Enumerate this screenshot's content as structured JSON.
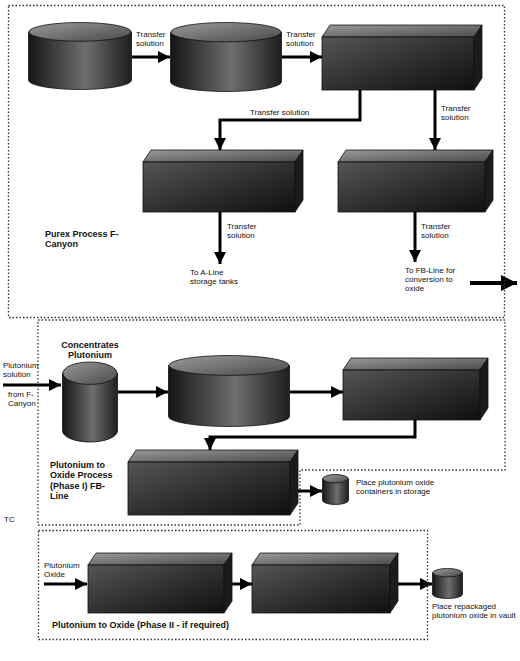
{
  "diagram": {
    "nodes": [
      {
        "text": [
          "Purex Process F-Canyon"
        ]
      },
      {
        "text": [],
        "in": 0
      },
      {
        "text": [],
        "in": 0
      },
      {
        "text": [],
        "in": 0
      },
      {
        "text": [],
        "in": 0
      },
      {
        "text": [],
        "in": 0
      },
      {
        "text": [
          "Plutonium to Oxide Process (Phase I) FB-Line"
        ]
      },
      {
        "text": [
          "Concentrates Plutonium"
        ],
        "in": 6
      },
      {
        "text": [],
        "in": 6
      },
      {
        "text": [],
        "in": 6
      },
      {
        "text": [],
        "in": 6
      },
      {
        "text": [
          "Place plutonium oxide containers in storage"
        ]
      },
      {
        "text": [
          "Plutonium to Oxide (Phase II - if required)"
        ]
      },
      {
        "text": [],
        "in": 12
      },
      {
        "text": [],
        "in": 12
      },
      {
        "text": [
          "Place repackaged plutonium oxide in vault"
        ]
      }
    ],
    "edges": [
      {
        "from": 1,
        "to": 2,
        "label": "Transfer solution",
        "arrow": "to"
      },
      {
        "from": 2,
        "to": 3,
        "label": "Transfer solution",
        "arrow": "to"
      },
      {
        "from": 3,
        "to": 4,
        "label": "Transfer solution",
        "arrow": "to"
      },
      {
        "from": 3,
        "to": 5,
        "label": "Transfer solution",
        "arrow": "to"
      },
      {
        "from": 7,
        "to": 8,
        "arrow": "to"
      },
      {
        "from": 8,
        "to": 9,
        "arrow": "to"
      },
      {
        "from": 9,
        "to": 10,
        "arrow": "to"
      },
      {
        "from": 10,
        "to": 11,
        "arrow": "to"
      },
      {
        "from": 13,
        "to": 14,
        "arrow": "to"
      },
      {
        "from": 14,
        "to": 15,
        "arrow": "to"
      }
    ],
    "labels": [
      "Transfer solution",
      "To A-Line storage tanks",
      "Transfer solution",
      "To FB-Line for conversion to oxide",
      "Plutonium solution",
      "from F-Canyon",
      "TC",
      "Plutonium Oxide"
    ]
  }
}
